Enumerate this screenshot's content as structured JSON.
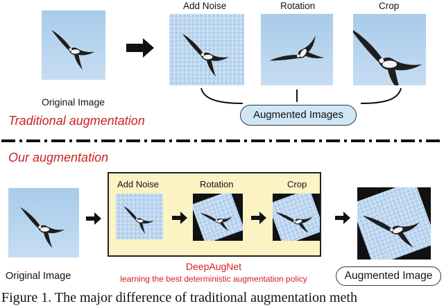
{
  "top": {
    "labels": {
      "noise": "Add Noise",
      "rotation": "Rotation",
      "crop": "Crop"
    },
    "original_label": "Original Image",
    "section_title": "Traditional augmentation",
    "pill_label": "Augmented Images"
  },
  "bottom": {
    "section_title": "Our augmentation",
    "labels": {
      "noise": "Add Noise",
      "rotation": "Rotation",
      "crop": "Crop"
    },
    "original_label": "Original Image",
    "network_name": "DeepAugNet",
    "network_desc": "learning the best deterministic augmentation policy",
    "pill_label": "Augmented Image"
  },
  "caption": "Figure 1. The major difference of traditional augmentation meth",
  "colors": {
    "sky": "#9ec3e6",
    "pill": "#cfe6f7",
    "panel": "#fbf3c4",
    "accent": "#cc2222"
  }
}
